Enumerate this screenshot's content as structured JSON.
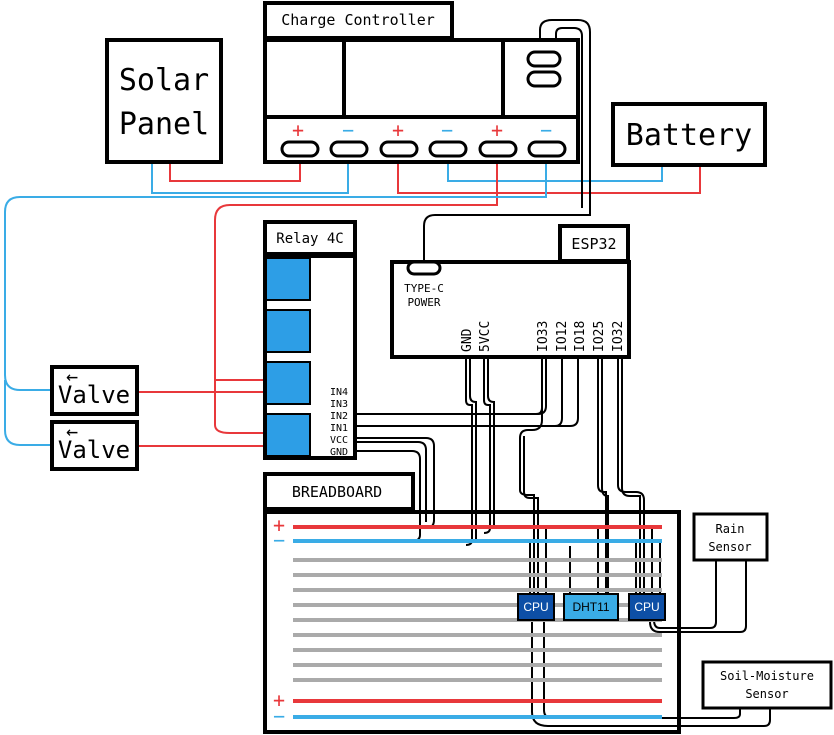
{
  "colors": {
    "positive": "#e8383b",
    "negative": "#3aace6",
    "relay_channel": "#2d9ee6",
    "cpu": "#0d4fa6",
    "dht": "#3aace6",
    "rail_gray": "#aaaaaa"
  },
  "charge_controller": {
    "title": "Charge Controller",
    "terminal_signs": [
      "+",
      "−",
      "+",
      "−",
      "+",
      "−"
    ]
  },
  "solar_panel": {
    "line1": "Solar",
    "line2": "Panel"
  },
  "battery": {
    "label": "Battery"
  },
  "relay": {
    "title": "Relay 4C",
    "pins": [
      "IN4",
      "IN3",
      "IN2",
      "IN1",
      "VCC",
      "GND"
    ]
  },
  "esp32": {
    "title": "ESP32",
    "power_line1": "TYPE-C",
    "power_line2": "POWER",
    "pins": [
      "GND",
      "5VCC",
      "IO33",
      "IO12",
      "IO18",
      "IO25",
      "IO32"
    ]
  },
  "valves": [
    {
      "label": "Valve",
      "arrow": "←"
    },
    {
      "label": "Valve",
      "arrow": "←"
    }
  ],
  "breadboard": {
    "title": "BREADBOARD",
    "top_plus": "+",
    "top_minus": "−",
    "bottom_plus": "+",
    "bottom_minus": "−"
  },
  "components": {
    "cpu_left": "CPU",
    "dht": "DHT11",
    "cpu_right": "CPU"
  },
  "rain_sensor": {
    "line1": "Rain",
    "line2": "Sensor"
  },
  "soil_sensor": {
    "line1": "Soil-Moisture",
    "line2": "Sensor"
  }
}
